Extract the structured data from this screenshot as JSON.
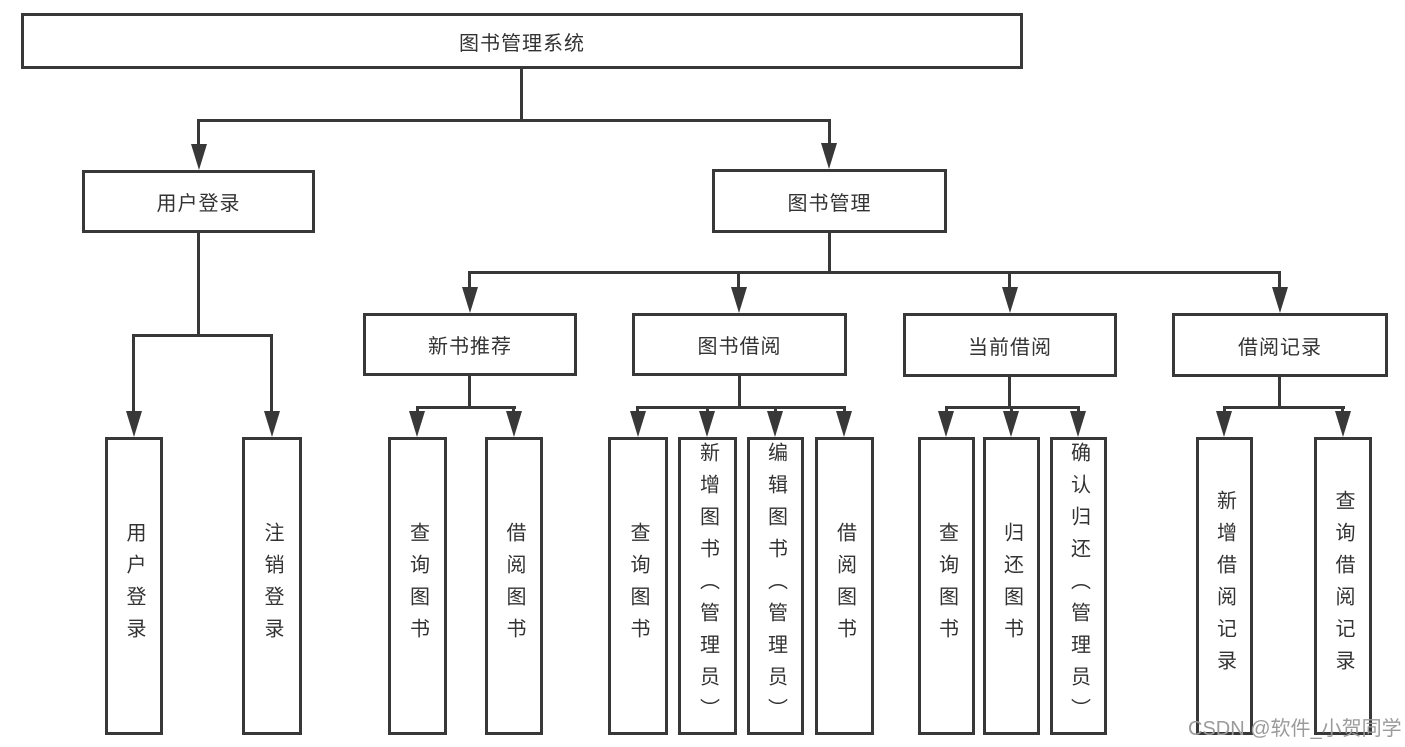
{
  "watermark": "CSDN @软件_小贺同学",
  "colors": {
    "line": "#383838",
    "text": "#333333",
    "watermark": "#9b9b9b",
    "background": "#ffffff"
  },
  "tree": {
    "label": "图书管理系统",
    "children": [
      {
        "label": "用户登录",
        "children": [
          {
            "label": "用户登录"
          },
          {
            "label": "注销登录"
          }
        ]
      },
      {
        "label": "图书管理",
        "children": [
          {
            "label": "新书推荐",
            "children": [
              {
                "label": "查询图书"
              },
              {
                "label": "借阅图书"
              }
            ]
          },
          {
            "label": "图书借阅",
            "children": [
              {
                "label": "查询图书"
              },
              {
                "label": "新增图书（管理员）"
              },
              {
                "label": "编辑图书（管理员）"
              },
              {
                "label": "借阅图书"
              }
            ]
          },
          {
            "label": "当前借阅",
            "children": [
              {
                "label": "查询图书"
              },
              {
                "label": "归还图书"
              },
              {
                "label": "确认归还（管理员）"
              }
            ]
          },
          {
            "label": "借阅记录",
            "children": [
              {
                "label": "新增借阅记录"
              },
              {
                "label": "查询借阅记录"
              }
            ]
          }
        ]
      }
    ]
  }
}
